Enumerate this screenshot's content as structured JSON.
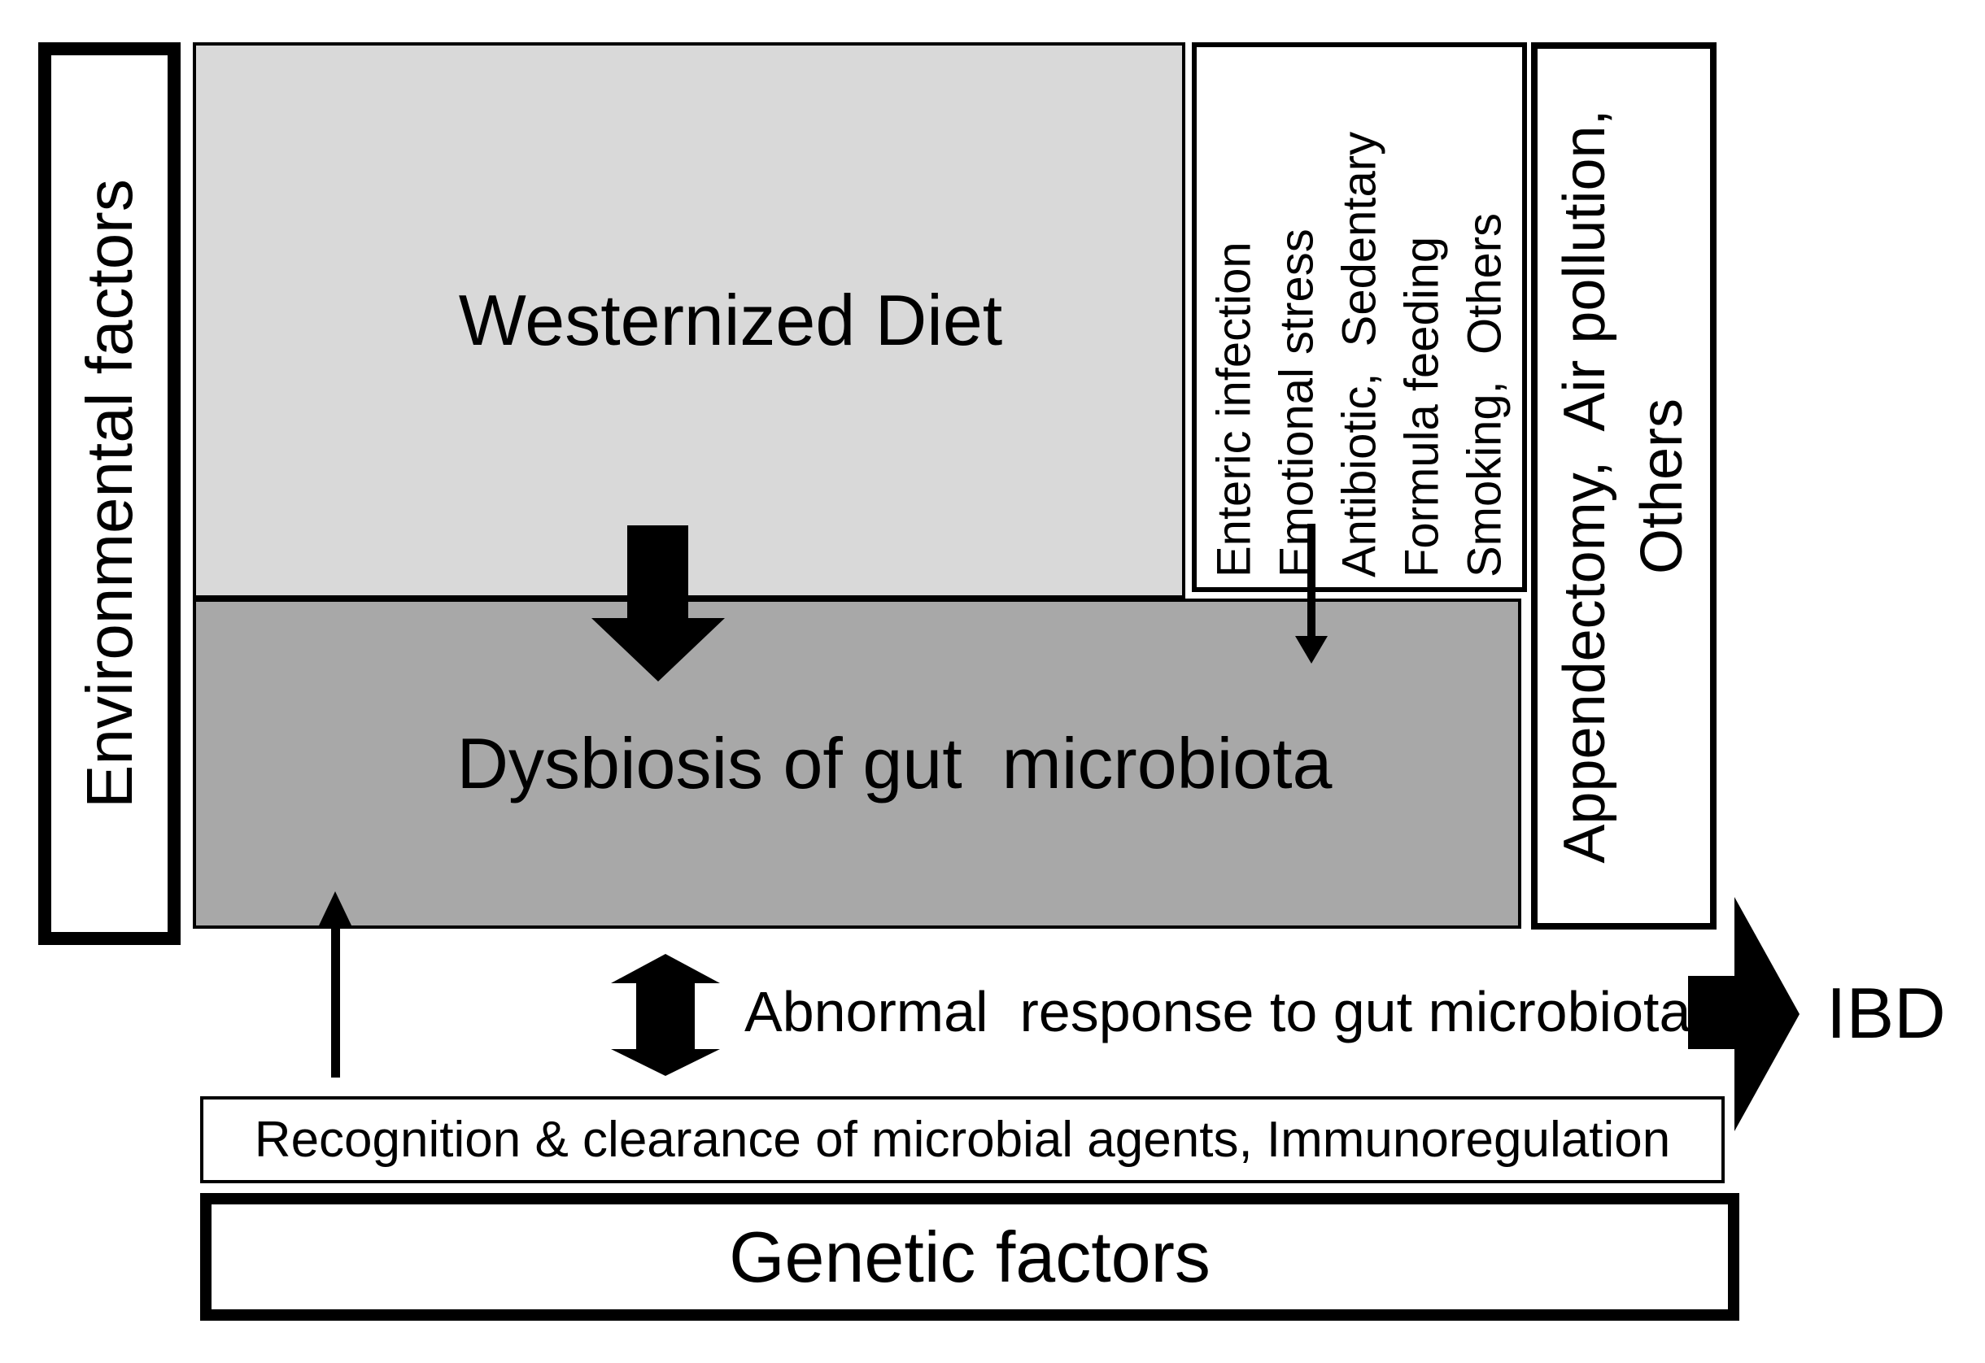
{
  "title": "Pathogenesis of IBD diagram",
  "colors": {
    "westernized_fill": "#d9d9d9",
    "dysbiosis_fill": "#a8a8a8",
    "line_color": "#000000",
    "background": "#ffffff"
  },
  "environmental": {
    "label": "Environmental factors"
  },
  "westernized": {
    "label": "Westernized Diet"
  },
  "dysbiosis": {
    "label": "Dysbiosis of gut  microbiota"
  },
  "lifestyle_factors": {
    "lines": [
      "Enteric infection",
      "Emotional stress",
      "Antibiotic,  Sedentary",
      "Formula feeding",
      "Smoking,  Others"
    ]
  },
  "other_factors": {
    "lines": [
      "Appendectomy,  Air pollution,",
      "Others"
    ]
  },
  "abnormal_response": {
    "label": "Abnormal  response to gut microbiota"
  },
  "recognition": {
    "label": "Recognition & clearance of microbial agents, Immunoregulation"
  },
  "genetic": {
    "label": "Genetic factors"
  },
  "ibd": {
    "label": "IBD"
  }
}
